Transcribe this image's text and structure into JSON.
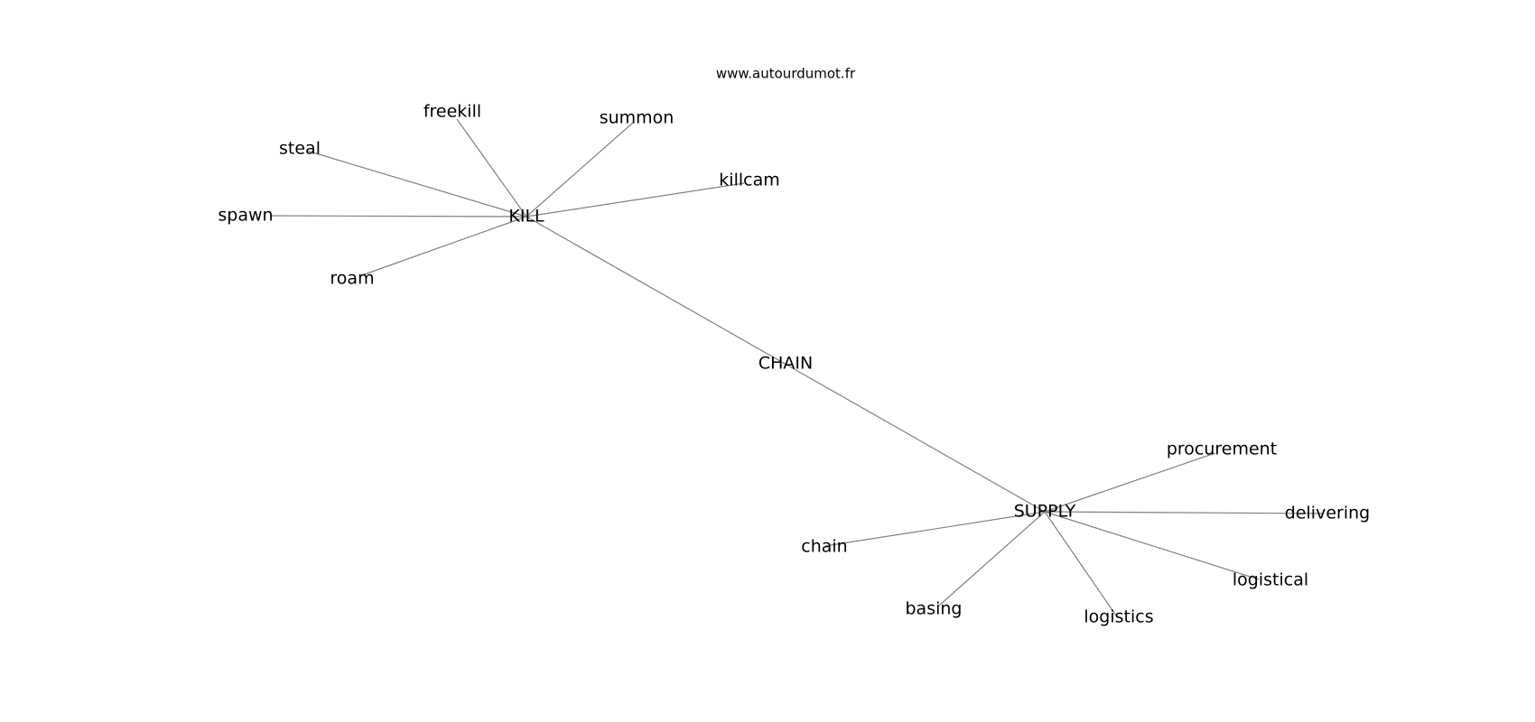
{
  "watermark": "www.autourdumot.fr",
  "graph": {
    "edge_color": "#808080",
    "nodes": [
      {
        "id": "KILL",
        "label": "KILL"
      },
      {
        "id": "CHAIN",
        "label": "CHAIN"
      },
      {
        "id": "SUPPLY",
        "label": "SUPPLY"
      },
      {
        "id": "freekill",
        "label": "freekill"
      },
      {
        "id": "summon",
        "label": "summon"
      },
      {
        "id": "steal",
        "label": "steal"
      },
      {
        "id": "killcam",
        "label": "killcam"
      },
      {
        "id": "spawn",
        "label": "spawn"
      },
      {
        "id": "roam",
        "label": "roam"
      },
      {
        "id": "procurement",
        "label": "procurement"
      },
      {
        "id": "delivering",
        "label": "delivering"
      },
      {
        "id": "chain",
        "label": "chain"
      },
      {
        "id": "logistical",
        "label": "logistical"
      },
      {
        "id": "basing",
        "label": "basing"
      },
      {
        "id": "logistics",
        "label": "logistics"
      }
    ],
    "edges": [
      [
        "KILL",
        "freekill"
      ],
      [
        "KILL",
        "summon"
      ],
      [
        "KILL",
        "steal"
      ],
      [
        "KILL",
        "killcam"
      ],
      [
        "KILL",
        "spawn"
      ],
      [
        "KILL",
        "roam"
      ],
      [
        "KILL",
        "SUPPLY"
      ],
      [
        "SUPPLY",
        "procurement"
      ],
      [
        "SUPPLY",
        "delivering"
      ],
      [
        "SUPPLY",
        "chain"
      ],
      [
        "SUPPLY",
        "logistical"
      ],
      [
        "SUPPLY",
        "basing"
      ],
      [
        "SUPPLY",
        "logistics"
      ]
    ]
  }
}
